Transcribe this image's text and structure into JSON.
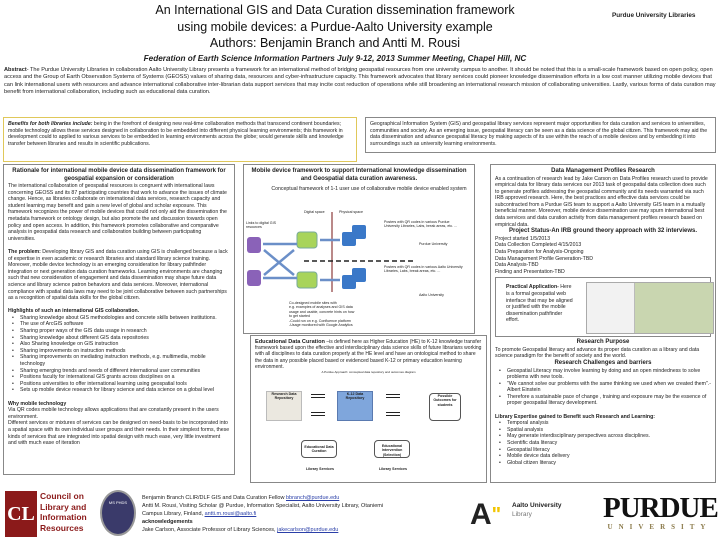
{
  "header": {
    "title_lines": [
      "An International GIS and Data Curation dissemination framework",
      "using mobile devices: a Purdue-Aalto University example",
      "Authors: Benjamin Branch and Antti M. Rousi"
    ],
    "org": "Purdue University Libraries",
    "subtitle": "Federation of Earth Science Information Partners July 9-12, 2013 Summer Meeting, Chapel Hill, NC"
  },
  "abstract": {
    "label": "Abstract",
    "text": "- The Purdue University Libraries in collaboration Aalto University Library presents a framework for an international method of bridging geospatial resources from one university campus to another. It should be noted that this is a small-scale framework based on open policy, open access and the Group of Earth Observation Systems of Systems (GEOSS) values of sharing data, resources and cyber-infrastructure capacity. This framework advocates that library services could pioneer knowledge dissemination efforts in a low cost manner utilizing mobile devices that can link international users with resources and advance international collaborative inter-librarian data support services that may incite cost reduction of operations while still broadening an international research mission of collaborating universities. Lastly, various forms of data curation may benefit from international collaboration, including such as educational data curation."
  },
  "benefits": {
    "label": "Benefits for both libraries include:",
    "text": " being in the forefront of designing new real-time collaboration methods that transcend continent boundaries; mobile technology allows these services designed in collaboration to be embedded into different physical learning environments; this framework in development could to applied to various services to be embedded in learning environments across the globe; would generate skills and knowledge transfer between libraries and results in scientific publications."
  },
  "gis_box": {
    "text": "Geographical Information System (GIS) and geospatial library services represent major opportunities for data curation and services to universities, communities and society. As an emerging issue, geospatial literacy can be seen as a data science of the global citizen. This framework may aid the data dissemination and advance geospatial literacy by making aspects of its use within the reach of a mobile devices and by embedding it into surroundings such as university learning environments."
  },
  "rationale": {
    "title": "Rationale for international mobile device data dissemination framework for geospatial expansion or consideration",
    "text": "The international collaboration of geospatial resources is congruent with international laws concerning GEOSS and its 87 participating countries that work to advance the issues of climate change. Hence, as libraries collaborate on international data services, research capacity and student learning may benefit and gain a new level of global and scholar exposure. This framework recognizes the power of mobile devices that could not only aid the dissemination the metadata framework or ontology design, but also promote the and discussion towards open policy and open access. In addition, this framework promotes collaborative and comparative analysis in geospatial data research and collaboration building between participating universities.",
    "problem_label": "The problem:",
    "problem_text": " Developing library GIS and data curation using GIS is challenged because a lack of expertise in even academic or research libraries and standard library science training. Moreover, mobile device technology is an emerging consideration for library pathfinder integration or next generation data curation frameworks. Learning environments are changing such that new consideration of engagement and data dissemination may shape future data science and library science patron behaviors and data services. Moreover, international compliance with spatial data laws may need to be joint collaborative between such partnerships as a recognition of spatial data skills for the global citizen.",
    "highlights_title": "Highlights of such an international GIS collaboration.",
    "highlights": [
      "Sharing knowledge about GIS methodologies and concrete skills between institutions.",
      "The use of ArcGIS software",
      "Sharing proper ways of the GIS data usage in research",
      "Sharing knowledge about different GIS data repositories",
      "Also Sharing knowledge on GIS instruction",
      "Sharing improvements on instruction methods",
      "Sharing improvements on mediating instruction methods, e.g. multimedia, mobile technology",
      "Sharing emerging trends and needs of different international user communities",
      "Positions faculty for international GIS grants across disciplines on a",
      "Positions universities to offer international learning using geospatial tools",
      "Sets up mobile device research for library science and data science on a global level"
    ],
    "why_title": "Why mobile technology",
    "why_lines": [
      "Via QR codes mobile technology allows applications that are constantly present in the users environment.",
      "Different services or mixtures of services can be designed on need-basis to be incorporated into a spatial space with its own individual user groups and their needs. In their simplest forms, these kinds of services that are integrated into spatial design with much ease, very little investment and with much ease of iteration"
    ]
  },
  "framework": {
    "title": "Mobile device framework to support International knowledge dissemination and Geospatial data curation awareness.",
    "caption": "Conceptual framework of 1-1 user use of collaborative mobile device enabled system",
    "digital": "Digital space",
    "physical": "Physical space",
    "links": "Links to digital GIS resources",
    "posters_purdue": "Posters with QR codes in various Purdue University Libraries, Labs, break areas, etc. ...",
    "purdue": "Purdue University",
    "posters_aalto": "Posters with QR codes in various Aalto University Libraries, Labs, break areas, etc. ...",
    "aalto": "Aalto University",
    "codesign": [
      "Co-designed mobile sites with",
      "e.g. examples of analyses and GIS data",
      "usage and usable, concrete hints on how",
      "to get started",
      "-Could run on e.g. Confluence platform",
      "-Usage monitored with Google Analytics"
    ]
  },
  "edu": {
    "label": "Educational Data Curation",
    "text": " –is defined here as Higher Education (HE) to K-12 knowledge transfer framework based upon the effective and interdisciplinary data science skills of future librarians working with all disciplines to data curation properly at the HE level and have an ontological method to share the data in any possible placed based or evidenced based K-12 or primary education learning environment.",
    "diagram_caption": "A Purdue Approach: conceptual data repository and outcomes diagram",
    "nodes": {
      "research": "Research Data Repository",
      "k12": "K-12 Data Repository",
      "outcomes": "Possible Outcomes for students",
      "edu_curation": "Educational Data Curation",
      "edu_interv": "Educational Intervention (Selection)",
      "lib1": "Library Services",
      "lib2": "Library Services"
    }
  },
  "dmp": {
    "title": "Data Management Profiles Research",
    "text": "As a continuation of research lead by Jake Carson on Data Profiles research used to provide empirical data for library data services our 2013 task of geospatial data collection does such to generate profiles addressing the geospatial community and its needs warranted via such IRB approved research. Here, the best practices and effective data services could be subcontracted from a Purdue GIS team to support a Aalto University GIS team in a mutually beneficial manner. Moreover, mobile device dissemination use may spurn international best data services and data curation activity from data management profiles research based on empirical data.",
    "status_title": "Project Status-An IRB ground theory approach with 32 interviews.",
    "status": [
      "Project started 1/5/2013",
      "Data Collection Completed 4/15/2013",
      "Data Preparation for Analysis-Ongoing",
      "Data Management Profile Generation-TBD",
      "Data Analysis-TBD",
      "Finding and Presentation-TBD"
    ],
    "practical_label": "Practical Application-",
    "practical_text": " Here is a formal geospatial web interface that may be aligned or justified with the mobile dissemination pathfinder effort.",
    "purpose_title": "Research Purpose",
    "purpose_text": "To promote Geospatial literacy and advance its proper data curation as a library and data science paradigm for the benefit of society and the world.",
    "challenges_title": "Research Challenges and barriers",
    "challenges": [
      "Geospatial Literacy may involve learning by doing and an open mindedness to solve problems with new tools.",
      "\"We cannot solve our problems with the same thinking we used when we created them\".-Albert Einstein",
      "Therefore a sustainable pace of change , training and exposure may be the essence of proper geospatial literacy development."
    ],
    "expertise_title": "Library Expertise gained to Benefit such Research and Learning:",
    "expertise": [
      "Temporal analysis",
      "Spatial analysis",
      "May generate interdisciplinary perspectives across disciplines.",
      "Scientific data literacy",
      "Geospatial literacy",
      "Mobile device data delivery",
      "Global citizen literacy"
    ]
  },
  "footer": {
    "clir": "Council on Library and Information Resources",
    "seal": "MS PHDS",
    "line1": "Benjamin Branch CLIR/DLF GIS and Data Curation Fellow ",
    "email1": "bbranch@purdue.edu",
    "line2": "Antti M. Rousi, Visiting Scholar @ Purdue, Information Specialist, Aalto University Library, Otaniemi Campus Library, Finland, ",
    "email2": "antti.m.rousi@aalto.fi",
    "ack": "acknowledgements",
    "line3": "Jake Carlson, Associate Professor of Library Sciences, ",
    "email3": "jakecarlson@purdue.edu",
    "aalto_name": "Aalto University",
    "aalto_sub": "Library",
    "purdue_name": "PURDUE",
    "purdue_sub": "UNIVERSITY"
  },
  "colors": {
    "clir_red": "#8b1a1a",
    "aalto_yellow": "#f2c500",
    "purdue_gold": "#8b7a4a",
    "link": "#2a3fa8"
  }
}
